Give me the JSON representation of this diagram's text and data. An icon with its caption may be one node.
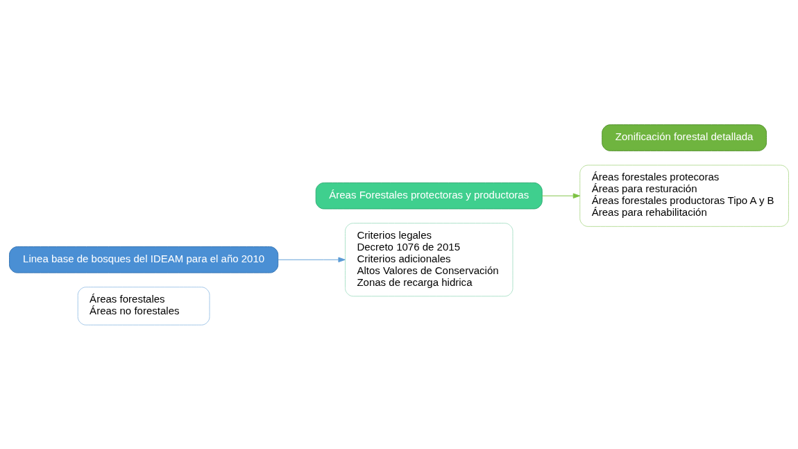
{
  "diagram": {
    "nodes": [
      {
        "text": [
          "Áreas forestales",
          "Áreas no forestales"
        ]
      },
      {
        "text": [
          "Linea base de bosques del IDEAM para el año 2010"
        ]
      },
      {
        "text": [
          "Criterios legales",
          "Decreto 1076 de 2015",
          "Criterios adicionales",
          "Altos Valores de Conservación",
          "Zonas de recarga hidrica"
        ]
      },
      {
        "text": [
          "Áreas Forestales protectoras y productoras"
        ]
      },
      {
        "text": [
          "Áreas forestales protecoras",
          "Áreas para resturación",
          "Áreas forestales productoras Tipo A y B",
          "Áreas para rehabilitación"
        ]
      },
      {
        "text": [
          "Zonificación forestal detallada"
        ]
      }
    ],
    "edges": [
      {
        "from": 1,
        "to": 2,
        "arrow": "to",
        "color": "#5b9bd5"
      },
      {
        "from": 3,
        "to": 4,
        "arrow": "to",
        "color": "#7cc242"
      }
    ]
  }
}
